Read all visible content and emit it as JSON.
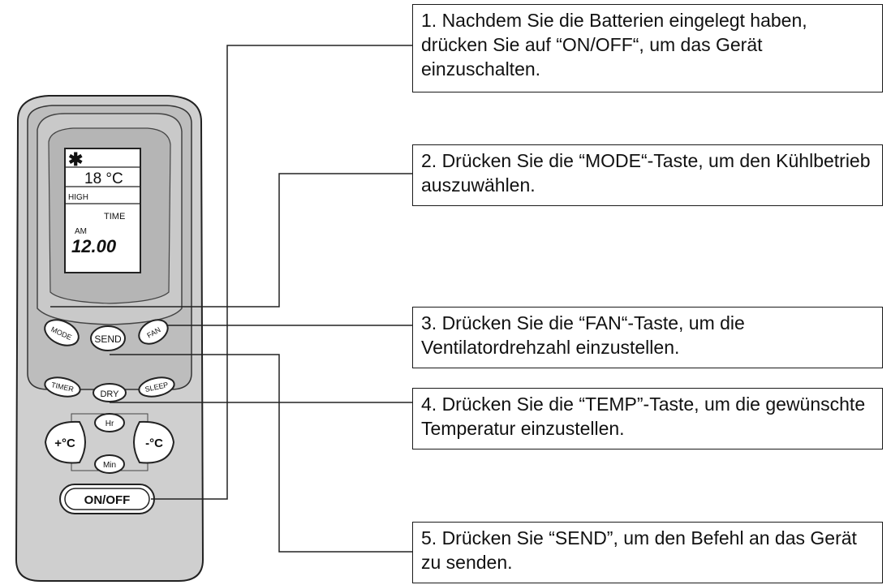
{
  "display": {
    "mode_symbol": "✱",
    "temperature": "18 °C",
    "fan_speed": "HIGH",
    "time_label": "TIME",
    "ampm": "AM",
    "clock": "12.00"
  },
  "buttons": {
    "mode": "MODE",
    "send": "SEND",
    "fan": "FAN",
    "timer": "TIMER",
    "dry": "DRY",
    "sleep": "SLEEP",
    "hr": "Hr",
    "min": "Min",
    "temp_up": "+°C",
    "temp_down": "-°C",
    "on_off": "ON/OFF"
  },
  "callouts": [
    "1. Nachdem Sie die Batterien eingelegt haben, drücken Sie auf “ON/OFF“, um das Gerät einzuschalten.",
    "2. Drücken Sie die “MODE“-Taste, um den Kühlbetrieb auszuwählen.",
    "3. Drücken Sie die “FAN“-Taste, um die Ventilatordrehzahl einzustellen.",
    "4. Drücken Sie die “TEMP”-Taste, um die gewünschte Temperatur einzustellen.",
    "5. Drücken Sie “SEND”, um den Befehl an das Gerät zu senden."
  ]
}
